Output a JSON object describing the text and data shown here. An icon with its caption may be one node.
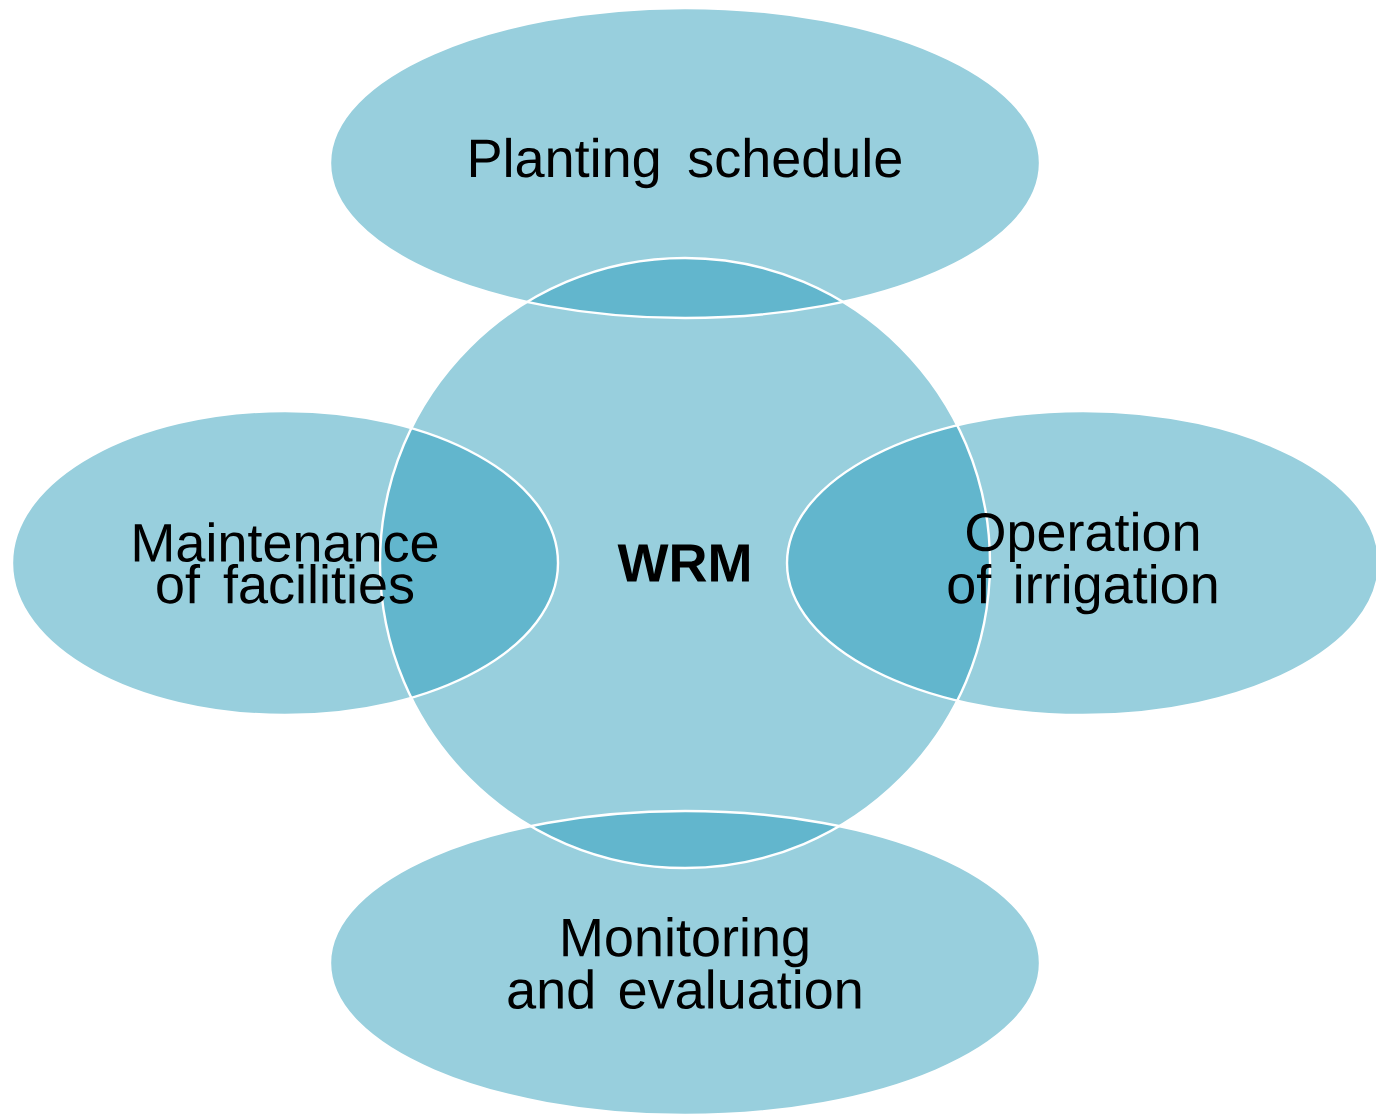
{
  "diagram": {
    "nodes": [
      {
        "text": [
          "Planting schedule"
        ]
      },
      {
        "text": [
          "Maintenance of facilities"
        ]
      },
      {
        "text": [
          "WRM"
        ]
      },
      {
        "text": [
          "Operation of irrigation"
        ]
      },
      {
        "text": [
          "Monitoring and evaluation"
        ]
      }
    ]
  }
}
